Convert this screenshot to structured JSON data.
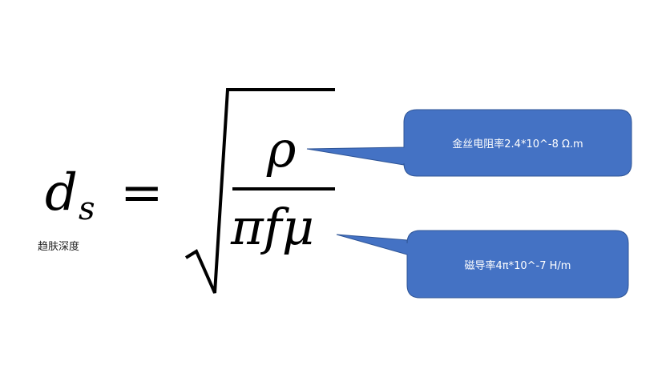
{
  "formula": {
    "lhs": "d",
    "lhs_subscript": "s",
    "equals": "=",
    "numerator": "ρ",
    "denominator": "πfμ"
  },
  "lhs_label": "趋肤深度",
  "callouts": [
    {
      "text": "金丝电阻率2.4*10^-8 Ω.m"
    },
    {
      "text": "磁导率4π*10^-7 H/m"
    }
  ],
  "colors": {
    "callout_fill": "#4472C4",
    "callout_stroke": "#2F5597"
  }
}
